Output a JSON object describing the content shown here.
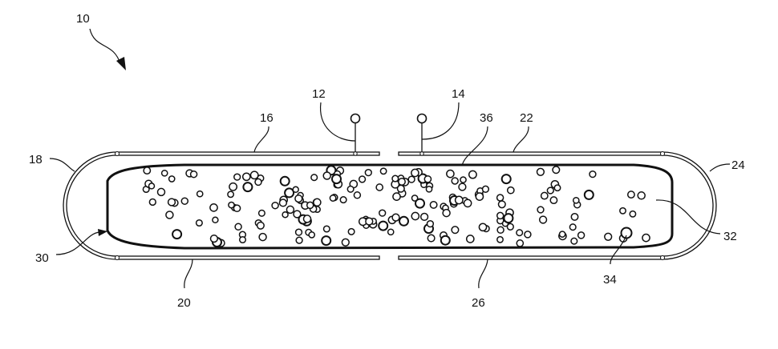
{
  "figure": {
    "type": "patent-drawing",
    "labels": {
      "ref_10": "10",
      "ref_12": "12",
      "ref_14": "14",
      "ref_16": "16",
      "ref_18": "18",
      "ref_20": "20",
      "ref_22": "22",
      "ref_24": "24",
      "ref_26": "26",
      "ref_30": "30",
      "ref_32": "32",
      "ref_34": "34",
      "ref_36": "36"
    },
    "line_color": "#111111",
    "background": "#ffffff"
  }
}
